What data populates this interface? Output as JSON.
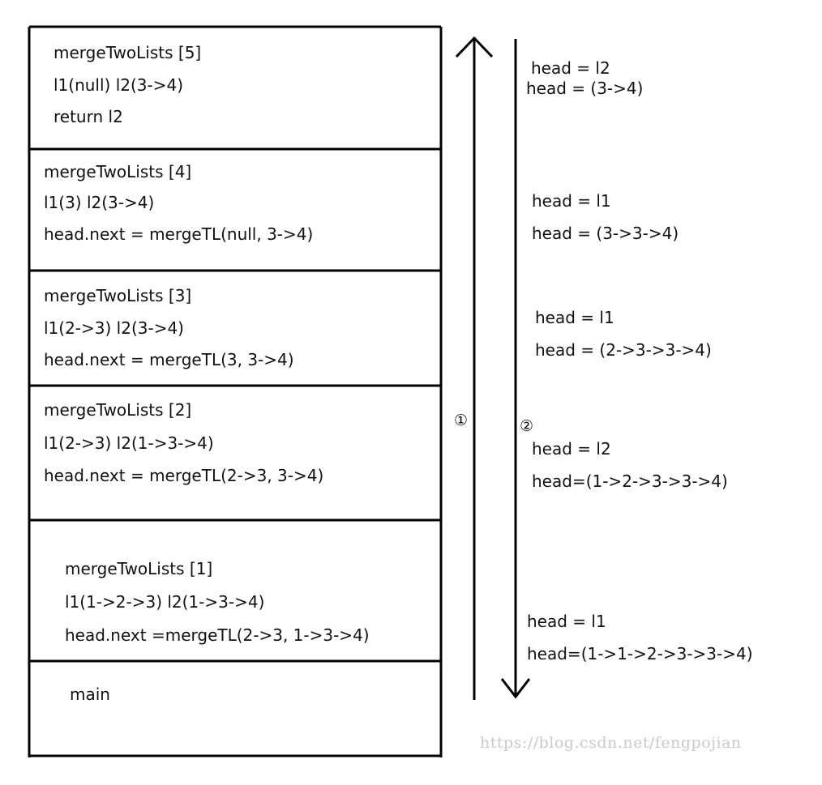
{
  "frames": [
    {
      "lines": [
        "mergeTwoLists [5]",
        "l1(null)  l2(3->4)",
        "return l2"
      ]
    },
    {
      "lines": [
        "mergeTwoLists [4]",
        "l1(3)  l2(3->4)",
        "head.next = mergeTL(null, 3->4)"
      ]
    },
    {
      "lines": [
        "mergeTwoLists [3]",
        "l1(2->3)  l2(3->4)",
        "head.next = mergeTL(3, 3->4)"
      ]
    },
    {
      "lines": [
        "mergeTwoLists [2]",
        "l1(2->3)  l2(1->3->4)",
        "head.next = mergeTL(2->3, 3->4)"
      ]
    },
    {
      "lines": [
        "mergeTwoLists [1]",
        "l1(1->2->3)  l2(1->3->4)",
        "head.next =mergeTL(2->3, 1->3->4)"
      ]
    },
    {
      "lines": [
        "main"
      ]
    }
  ],
  "arrows": {
    "up_label": "①",
    "down_label": "②"
  },
  "notes": [
    [
      "head = l2",
      "head = (3->4)"
    ],
    [
      "head = l1",
      "head = (3->3->4)"
    ],
    [
      "head = l1",
      "head = (2->3->3->4)"
    ],
    [
      "head = l2",
      "head=(1->2->3->3->4)"
    ],
    [
      "head = l1",
      "head=(1->1->2->3->3->4)"
    ]
  ],
  "watermark": "https://blog.csdn.net/fengpojian"
}
